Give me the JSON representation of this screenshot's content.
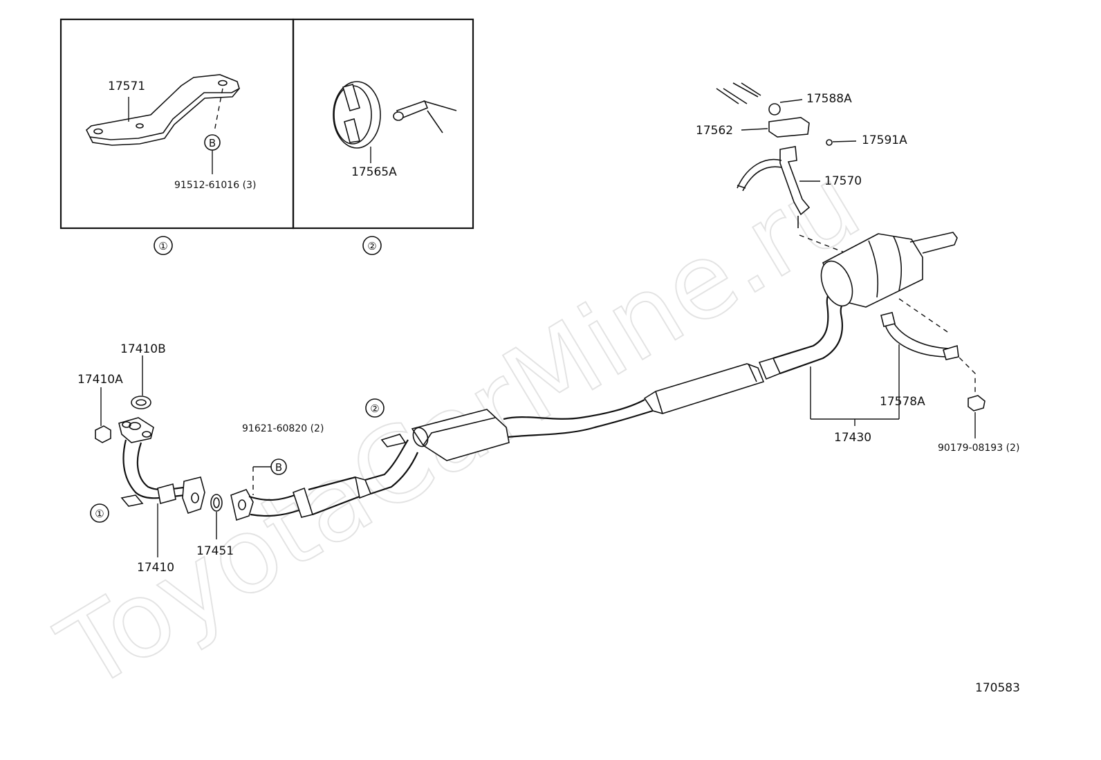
{
  "watermark": "ToyotaCarMine.ru",
  "diagram_code": "170583",
  "insets": [
    {
      "callout": "①",
      "labels": {
        "bracket": "17571",
        "bolt_code": "B",
        "bolt_part": "91512-61016 (3)"
      }
    },
    {
      "callout": "②",
      "labels": {
        "hanger": "17565A"
      }
    }
  ],
  "parts": {
    "p17588A": "17588A",
    "p17562": "17562",
    "p17591A": "17591A",
    "p17570": "17570",
    "p17410B": "17410B",
    "p17410A": "17410A",
    "p91621": "91621-60820 (2)",
    "bolt_code_b": "B",
    "callout_2": "②",
    "callout_1": "①",
    "p17410": "17410",
    "p17451": "17451",
    "p17430": "17430",
    "p17578A": "17578A",
    "p90179": "90179-08193 (2)"
  },
  "colors": {
    "line": "#111111",
    "background": "#ffffff",
    "watermark": "#e3e3e3"
  }
}
